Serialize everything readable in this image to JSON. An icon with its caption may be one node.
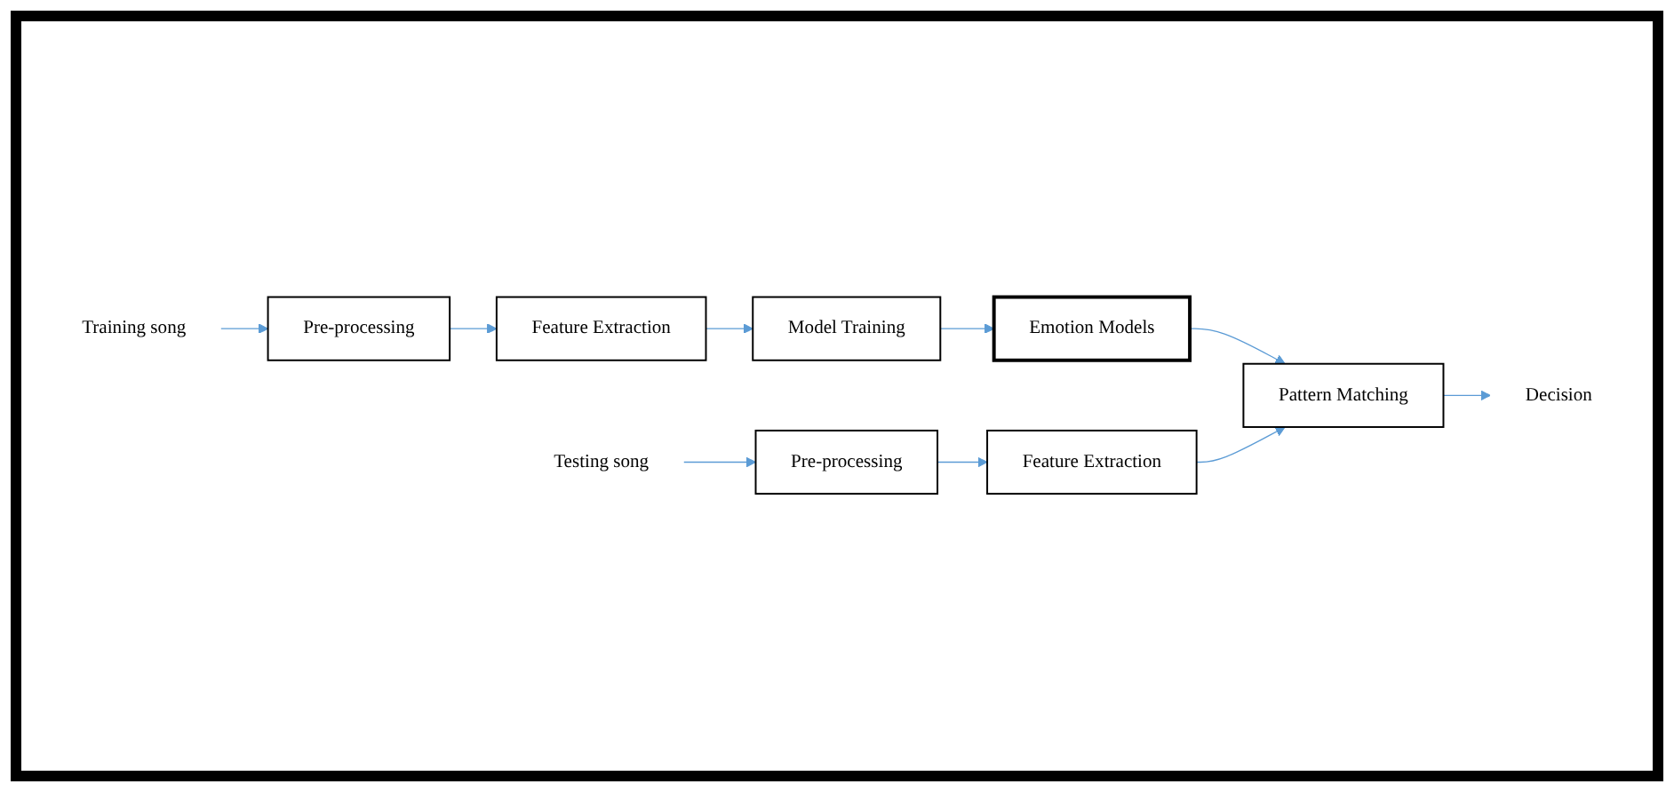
{
  "diagram": {
    "nodes": [
      {
        "text": [
          "Training song"
        ]
      },
      {
        "text": [
          "Pre-processing"
        ]
      },
      {
        "text": [
          "Feature Extraction"
        ]
      },
      {
        "text": [
          "Model Training"
        ]
      },
      {
        "text": [
          "Emotion Models"
        ]
      },
      {
        "text": [
          "Testing song"
        ]
      },
      {
        "text": [
          "Pre-processing"
        ]
      },
      {
        "text": [
          "Feature Extraction"
        ]
      },
      {
        "text": [
          "Pattern Matching"
        ]
      },
      {
        "text": [
          "Decision"
        ]
      }
    ],
    "edges": [
      {
        "from": 0,
        "to": 1,
        "arrow": "to"
      },
      {
        "from": 1,
        "to": 2,
        "arrow": "to"
      },
      {
        "from": 2,
        "to": 3,
        "arrow": "to"
      },
      {
        "from": 3,
        "to": 4,
        "arrow": "to"
      },
      {
        "from": 4,
        "to": 8,
        "arrow": "to"
      },
      {
        "from": 5,
        "to": 6,
        "arrow": "to"
      },
      {
        "from": 6,
        "to": 7,
        "arrow": "to"
      },
      {
        "from": 7,
        "to": 8,
        "arrow": "to"
      },
      {
        "from": 8,
        "to": 9,
        "arrow": "to"
      }
    ]
  }
}
